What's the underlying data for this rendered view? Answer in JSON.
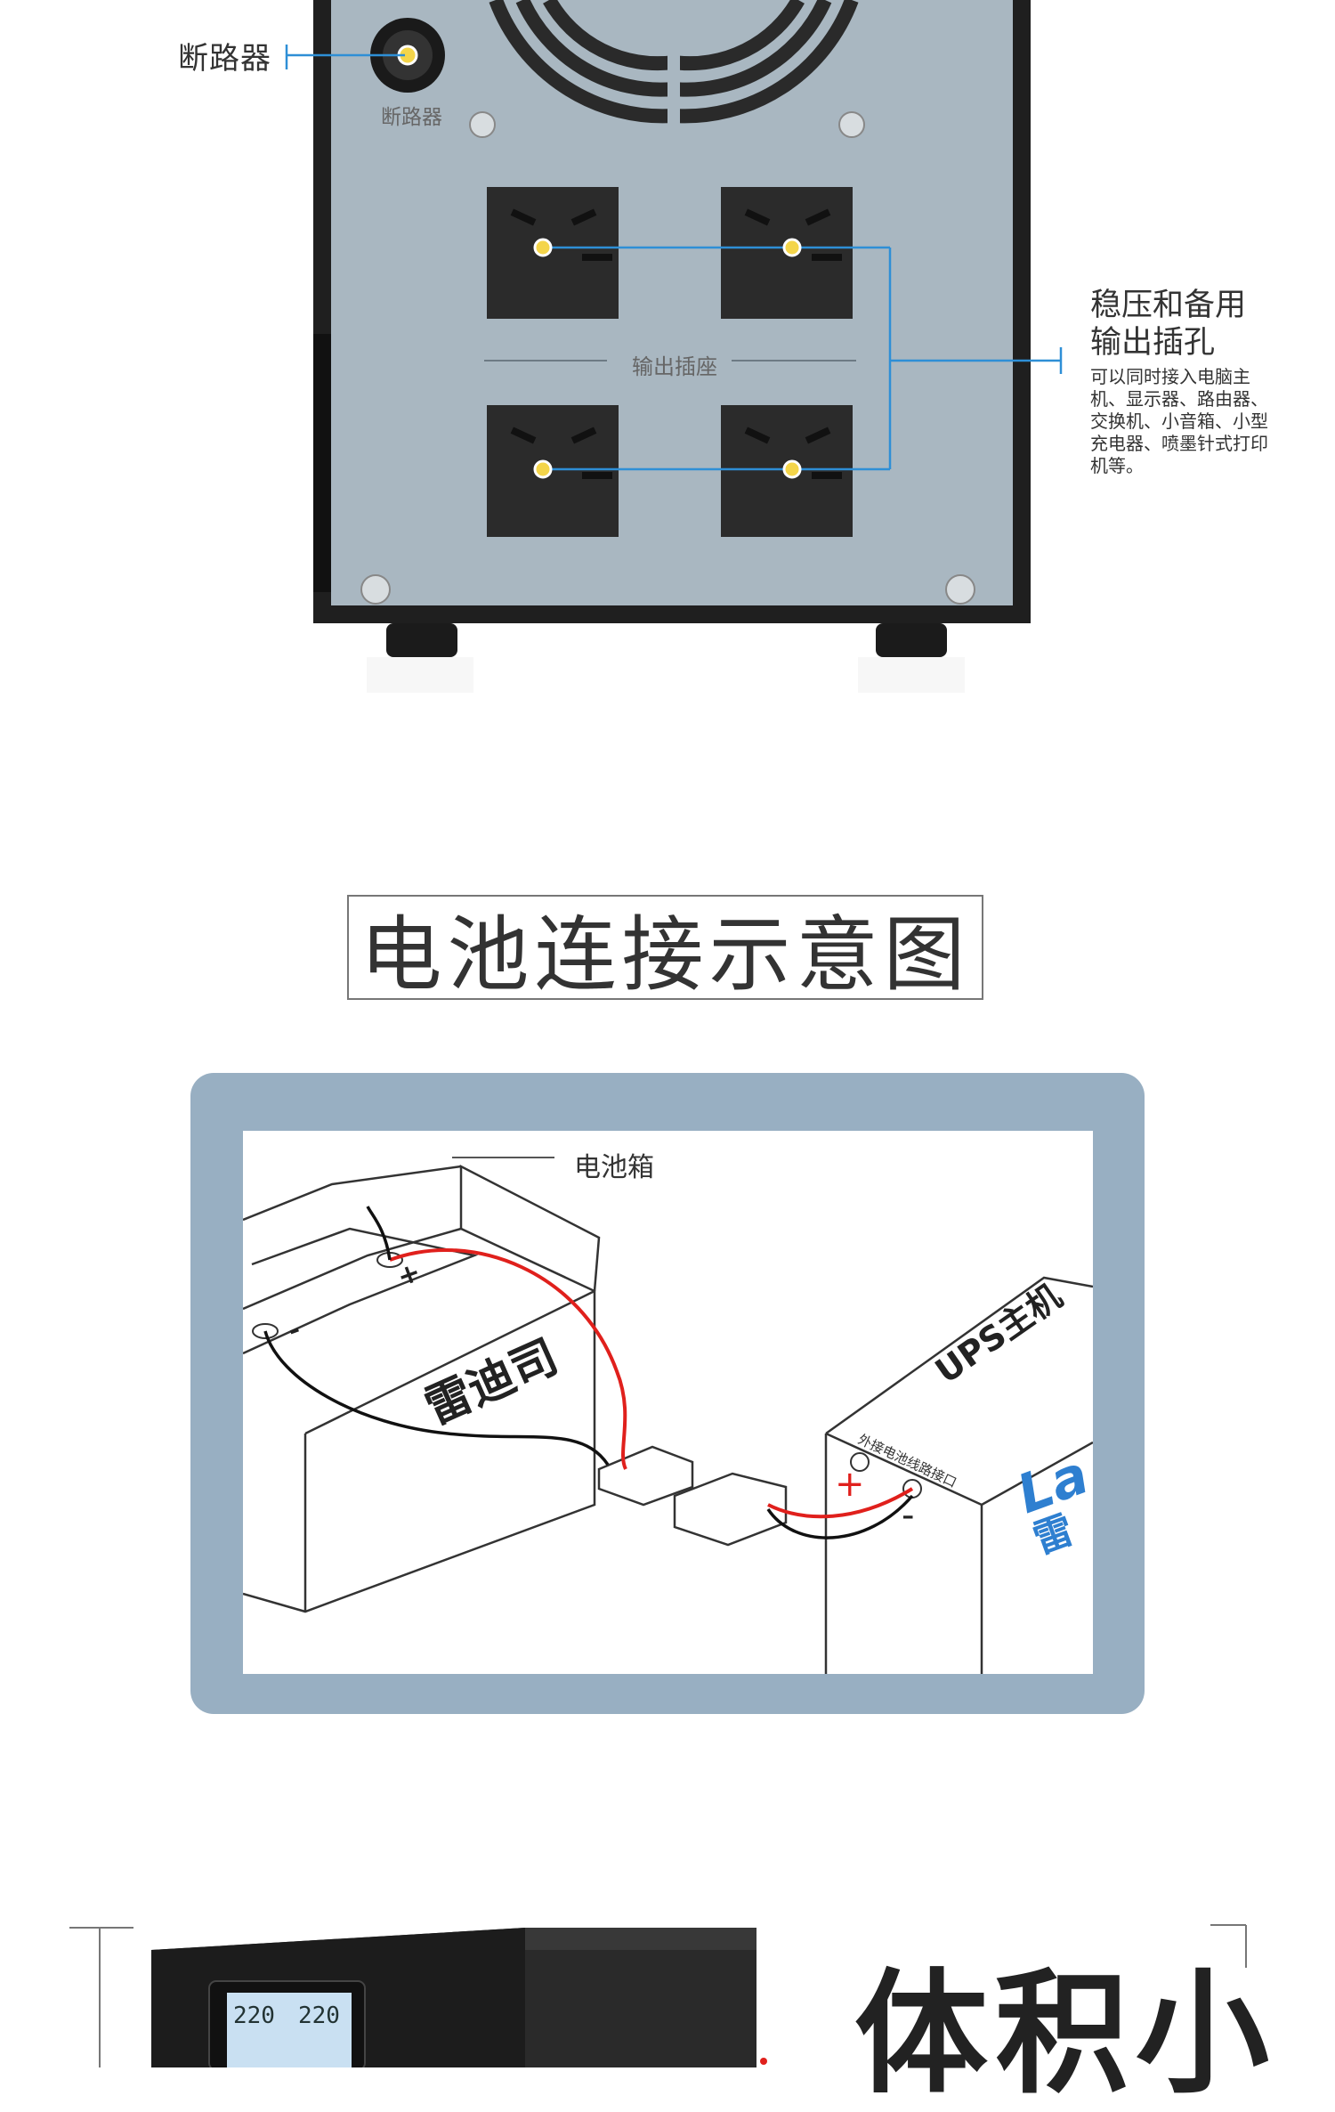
{
  "rear_panel": {
    "breaker_callout": "断路器",
    "breaker_panel_label": "断路器",
    "outlet_panel_label": "输出插座",
    "output_title_line1": "稳压和备用",
    "output_title_line2": "输出插孔",
    "output_desc": "可以同时接入电脑主机、显示器、路由器、交换机、小音箱、小型充电器、喷墨针式打印机等。"
  },
  "battery_section": {
    "title": "电池连接示意图",
    "battery_box_label": "电池箱",
    "battery_brand": "雷迪司",
    "ups_host_label": "UPS主机",
    "ext_port_label": "外接电池线路接口",
    "plus": "+",
    "minus": "-",
    "logo_text": "La",
    "logo_cn": "雷"
  },
  "small_section": {
    "title": "体积小",
    "lcd_left": "220",
    "lcd_right": "220"
  },
  "colors": {
    "panel": "#a9b7c1",
    "frame_blue": "#98afc2",
    "callout_line": "#2e8fd6",
    "wire_red": "#e0201c",
    "outlet": "#2b2b2b"
  }
}
